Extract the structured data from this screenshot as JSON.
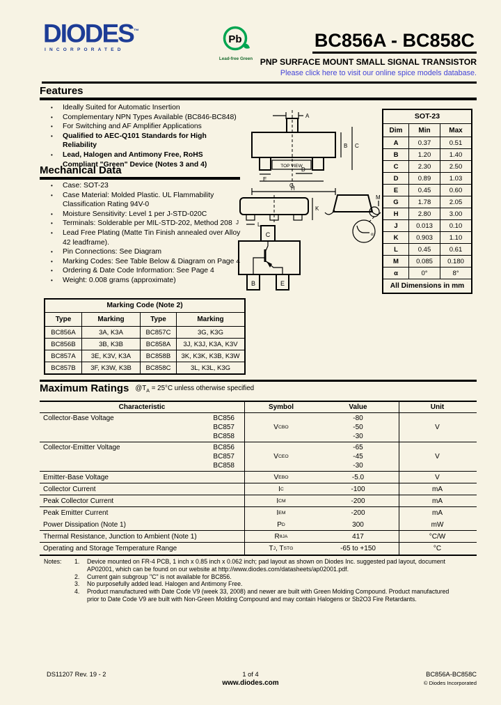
{
  "header": {
    "brand_word": "DIODES",
    "brand_tm": "™",
    "brand_sub": "INCORPORATED",
    "badge_pb": "Pb",
    "badge_caption": "Lead-free Green",
    "title": "BC856A - BC858C",
    "subtitle": "PNP SURFACE MOUNT SMALL SIGNAL TRANSISTOR",
    "spice_link": "Please click here to visit our online spice models database."
  },
  "features": {
    "heading": "Features",
    "items": [
      {
        "text": "Ideally Suited for Automatic Insertion",
        "bold": false
      },
      {
        "text": "Complementary NPN Types Available (BC846-BC848)",
        "bold": false
      },
      {
        "text": "For Switching and AF Amplifier Applications",
        "bold": false
      },
      {
        "text": "Qualified to AEC-Q101 Standards for High Reliability",
        "bold": true
      },
      {
        "text": "Lead, Halogen and Antimony Free, RoHS Compliant \"Green\" Device (Notes 3 and 4)",
        "bold": true
      }
    ]
  },
  "mechanical": {
    "heading": "Mechanical Data",
    "items": [
      {
        "text": "Case: SOT-23",
        "bold": false
      },
      {
        "text": "Case Material: Molded Plastic. UL Flammability Classification Rating 94V-0",
        "bold": false
      },
      {
        "text": "Moisture Sensitivity: Level 1 per J-STD-020C",
        "bold": false
      },
      {
        "text": "Terminals: Solderable per MIL-STD-202, Method 208",
        "bold": false
      },
      {
        "text": "Lead Free Plating (Matte Tin Finish annealed over Alloy 42 leadframe).",
        "bold": false
      },
      {
        "text": "Pin Connections: See Diagram",
        "bold": false
      },
      {
        "text": "Marking Codes: See Table Below & Diagram on Page 4",
        "bold": false
      },
      {
        "text": "Ordering & Date Code Information: See Page 4",
        "bold": false
      },
      {
        "text": "Weight: 0.008 grams (approximate)",
        "bold": false
      }
    ]
  },
  "package_diagram": {
    "top_view_label": "TOP VIEW",
    "dim_labels": {
      "A": "A",
      "B": "B",
      "C": "C",
      "D": "D",
      "E": "E",
      "G": "G",
      "H": "H",
      "J": "J",
      "K": "K",
      "L": "L",
      "M": "M",
      "alpha": "α"
    },
    "pins": {
      "collector": "C",
      "base": "B",
      "emitter": "E"
    }
  },
  "dim_table": {
    "title": "SOT-23",
    "headers": [
      "Dim",
      "Min",
      "Max"
    ],
    "rows": [
      [
        "A",
        "0.37",
        "0.51"
      ],
      [
        "B",
        "1.20",
        "1.40"
      ],
      [
        "C",
        "2.30",
        "2.50"
      ],
      [
        "D",
        "0.89",
        "1.03"
      ],
      [
        "E",
        "0.45",
        "0.60"
      ],
      [
        "G",
        "1.78",
        "2.05"
      ],
      [
        "H",
        "2.80",
        "3.00"
      ],
      [
        "J",
        "0.013",
        "0.10"
      ],
      [
        "K",
        "0.903",
        "1.10"
      ],
      [
        "L",
        "0.45",
        "0.61"
      ],
      [
        "M",
        "0.085",
        "0.180"
      ],
      [
        "α",
        "0°",
        "8°"
      ]
    ],
    "footer": "All Dimensions in mm"
  },
  "marking_table": {
    "title": "Marking Code (Note 2)",
    "headers": [
      "Type",
      "Marking",
      "Type",
      "Marking"
    ],
    "rows": [
      [
        "BC856A",
        "3A, K3A",
        "BC857C",
        "3G, K3G"
      ],
      [
        "BC856B",
        "3B, K3B",
        "BC858A",
        "3J, K3J, K3A, K3V"
      ],
      [
        "BC857A",
        "3E, K3V, K3A",
        "BC858B",
        "3K, K3K, K3B, K3W"
      ],
      [
        "BC857B",
        "3F, K3W, K3B",
        "BC858C",
        "3L, K3L, K3G"
      ]
    ]
  },
  "ratings": {
    "heading": "Maximum Ratings",
    "condition": {
      "pre": "@T",
      "sub": "A",
      "post": " = 25°C unless otherwise specified"
    },
    "headers": [
      "Characteristic",
      "Symbol",
      "Value",
      "Unit"
    ],
    "rows": [
      {
        "name": "Collector-Base Voltage",
        "models": [
          "BC856",
          "BC857",
          "BC858"
        ],
        "sym": [
          [
            "V",
            "CBO"
          ]
        ],
        "values": [
          "-80",
          "-50",
          "-30"
        ],
        "unit": "V"
      },
      {
        "name": "Collector-Emitter Voltage",
        "models": [
          "BC856",
          "BC857",
          "BC858"
        ],
        "sym": [
          [
            "V",
            "CEO"
          ]
        ],
        "values": [
          "-65",
          "-45",
          "-30"
        ],
        "unit": "V"
      },
      {
        "name": "Emitter-Base Voltage",
        "sym": [
          [
            "V",
            "EBO"
          ]
        ],
        "values": [
          "-5.0"
        ],
        "unit": "V"
      },
      {
        "name": "Collector Current",
        "sym": [
          [
            "I",
            "C"
          ]
        ],
        "values": [
          "-100"
        ],
        "unit": "mA"
      },
      {
        "name": "Peak Collector Current",
        "sym": [
          [
            "I",
            "CM"
          ]
        ],
        "values": [
          "-200"
        ],
        "unit": "mA"
      },
      {
        "name": "Peak Emitter Current",
        "sym": [
          [
            "I",
            "EM"
          ]
        ],
        "values": [
          "-200"
        ],
        "unit": "mA",
        "no_border": true
      },
      {
        "name": "Power Dissipation (Note 1)",
        "sym": [
          [
            "P",
            "D"
          ]
        ],
        "values": [
          "300"
        ],
        "unit": "mW"
      },
      {
        "name": "Thermal Resistance, Junction to Ambient (Note 1)",
        "sym": [
          [
            "R",
            "θJA"
          ]
        ],
        "values": [
          "417"
        ],
        "unit": "°C/W"
      },
      {
        "name": "Operating and Storage Temperature Range",
        "sym": [
          [
            "T",
            "J"
          ],
          [
            ", T",
            "STG"
          ]
        ],
        "values": [
          "-65 to +150"
        ],
        "unit": "°C"
      }
    ]
  },
  "notes": {
    "label": "Notes:",
    "items": [
      {
        "num": "1.",
        "text": "Device mounted on FR-4 PCB, 1 inch x 0.85 inch x 0.062 inch; pad layout as shown on Diodes Inc. suggested pad layout, document AP02001, which can be found on our website at http://www.diodes.com/datasheets/ap02001.pdf."
      },
      {
        "num": "2.",
        "text": "Current gain subgroup \"C\" is not available for BC856."
      },
      {
        "num": "3.",
        "text": "No purposefully added lead. Halogen and Antimony Free."
      },
      {
        "num": "4.",
        "text": "Product manufactured with Date Code V9 (week 33, 2008) and newer are built with Green Molding Compound. Product manufactured prior to Date Code V9 are built with Non-Green Molding Compound and may contain Halogens or Sb2O3 Fire Retardants."
      }
    ]
  },
  "footer": {
    "doc_rev": "DS11207 Rev. 19 - 2",
    "page": "1 of 4",
    "site": "www.diodes.com",
    "part": "BC856A-BC858C",
    "copyright": "© Diodes Incorporated"
  },
  "colors": {
    "background": "#f7f3e4",
    "brand_blue": "#1d3c96",
    "pb_green": "#00a550",
    "link_blue": "#4343d8",
    "text": "#000000"
  }
}
